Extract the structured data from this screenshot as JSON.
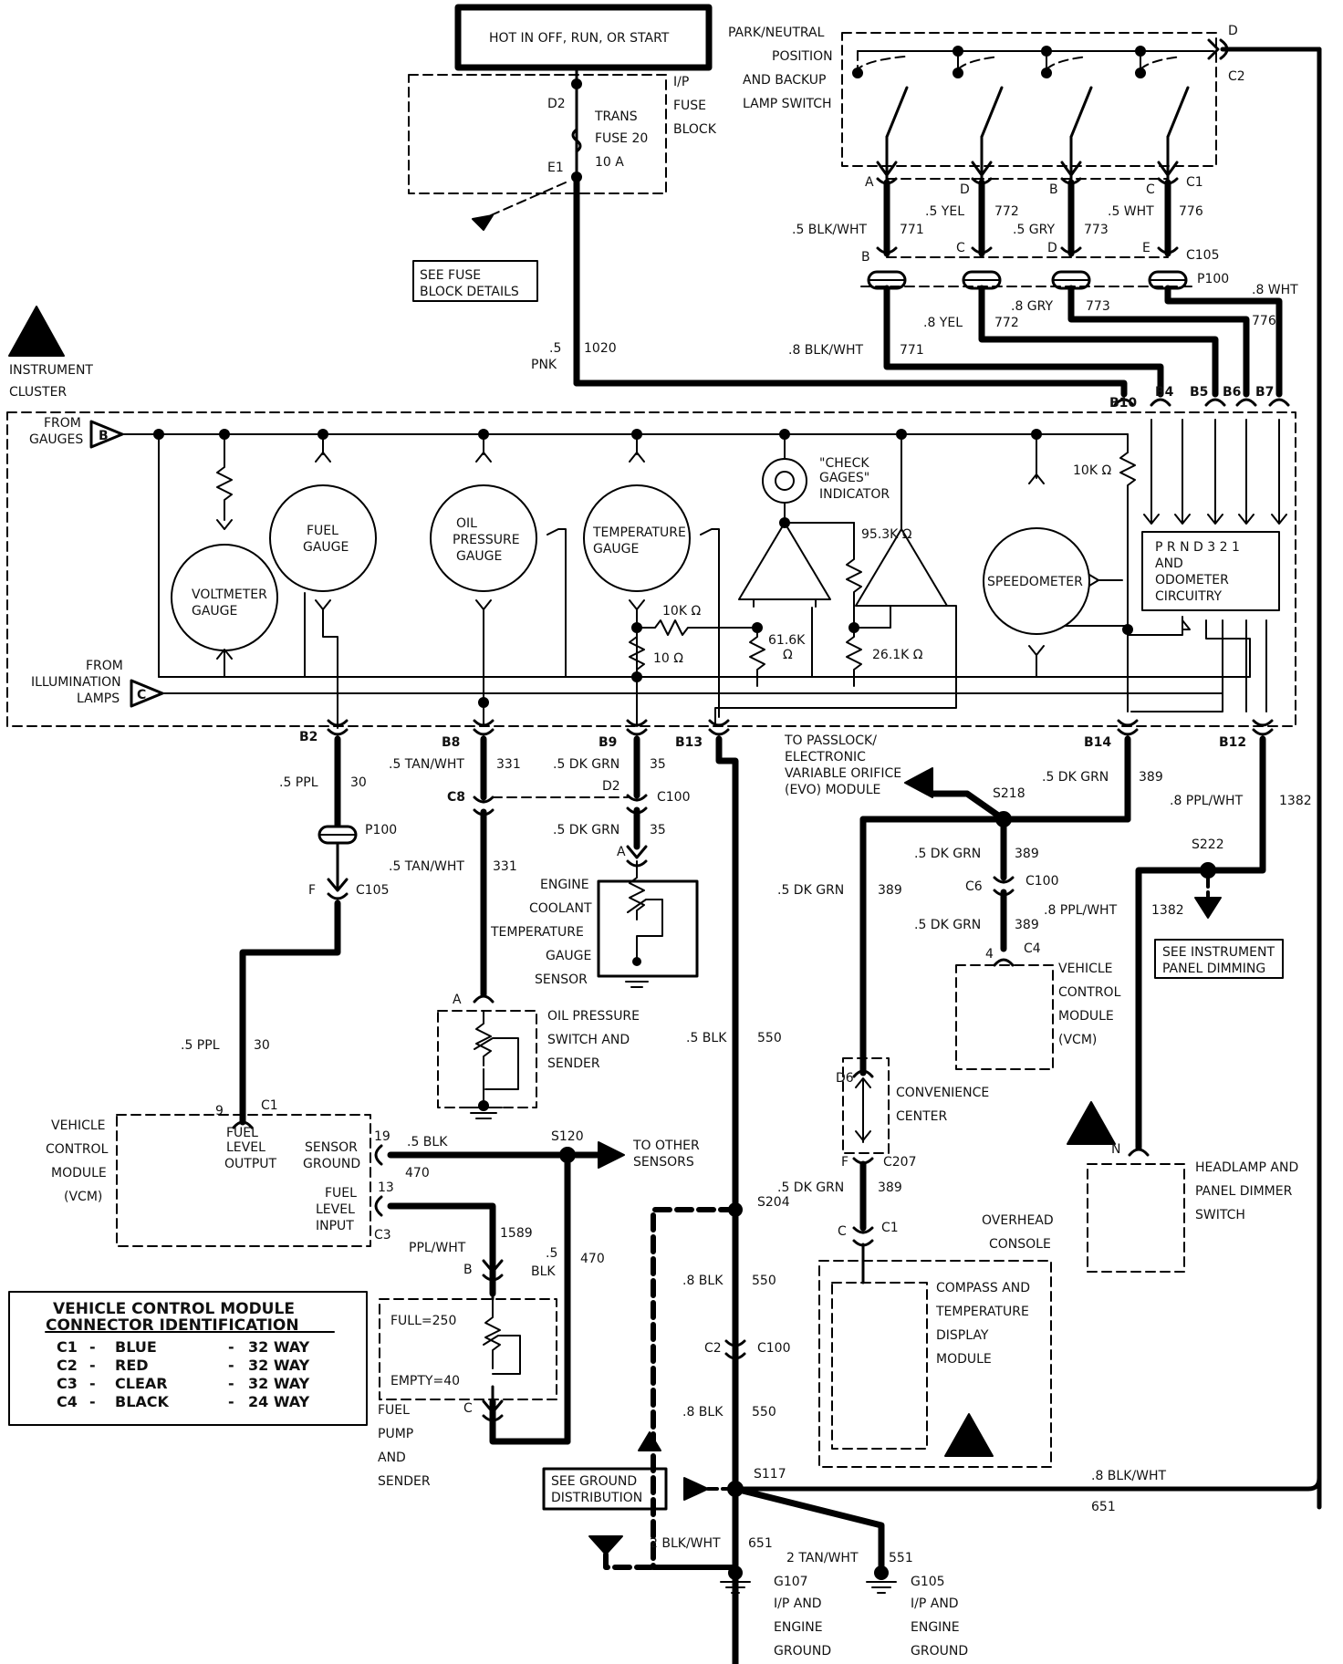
{
  "diagram": {
    "hot_box": "HOT IN OFF, RUN, OR START",
    "fuse_block": {
      "label_1": "I/P",
      "label_2": "FUSE",
      "label_3": "BLOCK",
      "pin_top": "D2",
      "pin_bottom": "E1",
      "fuse_name_1": "TRANS",
      "fuse_name_2": "FUSE 20",
      "fuse_rating": "10 A",
      "see_details_1": "SEE FUSE",
      "see_details_2": "BLOCK DETAILS"
    },
    "park_switch": {
      "label_1": "PARK/NEUTRAL",
      "label_2": "POSITION",
      "label_3": "AND BACKUP",
      "label_4": "LAMP SWITCH",
      "pin_d": "D",
      "conn_c2": "C2",
      "pin_a": "A",
      "pin_d2": "D",
      "pin_b": "B",
      "pin_c": "C",
      "conn_c1": "C1"
    },
    "upper_wires": {
      "w771_color": ".5 BLK/WHT",
      "w771_num": "771",
      "w772_color": ".5 YEL",
      "w772_num": "772",
      "w773_color": ".5 GRY",
      "w773_num": "773",
      "w776_color": ".5 WHT",
      "w776_num": "776",
      "c105_b": "B",
      "c105_c": "C",
      "c105_d": "D",
      "c105_e": "E",
      "c105": "C105",
      "p100": "P100",
      "w776b_color": ".8 WHT",
      "w776b_num": "776",
      "w773b_color": ".8 GRY",
      "w773b_num": "773",
      "w772b_color": ".8 YEL",
      "w772b_num": "772",
      "w771b_color": ".8 BLK/WHT",
      "w771b_num": "771",
      "w1020_color_1": ".5",
      "w1020_color_2": "PNK",
      "w1020_num": "1020"
    },
    "cluster": {
      "title_1": "INSTRUMENT",
      "title_2": "CLUSTER",
      "from_gauges_1": "FROM",
      "from_gauges_2": "GAUGES",
      "gauges_letter": "B",
      "from_illum_1": "FROM",
      "from_illum_2": "ILLUMINATION",
      "from_illum_3": "LAMPS",
      "illum_letter": "C",
      "voltmeter_1": "VOLTMETER",
      "voltmeter_2": "GAUGE",
      "fuel_1": "FUEL",
      "fuel_2": "GAUGE",
      "oil_1": "OIL",
      "oil_2": "PRESSURE",
      "oil_3": "GAUGE",
      "temp_1": "TEMPERATURE",
      "temp_2": "GAUGE",
      "check_1": "\"CHECK",
      "check_2": "GAGES\"",
      "check_3": "INDICATOR",
      "speedometer": "SPEEDOMETER",
      "r_10k_top": "10K Ω",
      "r_953k": "95.3K Ω",
      "r_10k": "10K Ω",
      "r_10": "10 Ω",
      "r_616k_1": "61.6K",
      "r_616k_2": "Ω",
      "r_261k": "26.1K Ω",
      "prnd_1": "P R N D 3 2 1",
      "prnd_2": "AND",
      "prnd_3": "ODOMETER",
      "prnd_4": "CIRCUITRY",
      "pin_b10": "B10",
      "pin_b4": "B4",
      "pin_b5": "B5",
      "pin_b6": "B6",
      "pin_b7": "B7",
      "pin_b2": "B2",
      "pin_b8": "B8",
      "pin_b9": "B9",
      "pin_b13": "B13",
      "pin_b14": "B14",
      "pin_b12": "B12"
    },
    "lower": {
      "w30_color": ".5 PPL",
      "w30_num": "30",
      "p100": "P100",
      "c105_f": "F",
      "c105": "C105",
      "w30b_color": ".5 PPL",
      "w30b_num": "30",
      "w331_color": ".5 TAN/WHT",
      "w331_num": "331",
      "c8": "C8",
      "w331b_color": ".5 TAN/WHT",
      "w331b_num": "331",
      "w35_color": ".5 DK GRN",
      "w35_num": "35",
      "c100_d2": "D2",
      "c100": "C100",
      "w35b_color": ".5 DK GRN",
      "w35b_num": "35",
      "sensor_pin_a": "A",
      "ect_1": "ENGINE",
      "ect_2": "COOLANT",
      "ect_3": "TEMPERATURE",
      "ect_4": "GAUGE",
      "ect_5": "SENSOR",
      "oil_pin_a": "A",
      "oil_sw_1": "OIL PRESSURE",
      "oil_sw_2": "SWITCH AND",
      "oil_sw_3": "SENDER",
      "w550_color": ".5 BLK",
      "w550_num": "550",
      "evo_1": "TO PASSLOCK/",
      "evo_2": "ELECTRONIC",
      "evo_3": "VARIABLE ORIFICE",
      "evo_4": "(EVO) MODULE",
      "s218": "S218",
      "w389_color": ".5 DK GRN",
      "w389_num": "389",
      "w389b_color": ".5 DK GRN",
      "w389b_num": "389",
      "c6": "C6",
      "c100b": "C100",
      "w389c_color": ".5 DK GRN",
      "w389c_num": "389",
      "vcm_c4": "C4",
      "vcm_pin4": "4",
      "vcm2_1": "VEHICLE",
      "vcm2_2": "CONTROL",
      "vcm2_3": "MODULE",
      "vcm2_4": "(VCM)",
      "w389d_color": ".5 DK GRN",
      "w389d_num": "389",
      "w1382_color": ".8 PPL/WHT",
      "w1382_num": "1382",
      "s222": "S222",
      "w1382b_color": ".8 PPL/WHT",
      "w1382b_num": "1382",
      "see_dim_1": "SEE INSTRUMENT",
      "see_dim_2": "PANEL DIMMING",
      "conv_d6": "D6",
      "conv_1": "CONVENIENCE",
      "conv_2": "CENTER",
      "conv_f": "F",
      "c207": "C207",
      "w389e_color": ".5 DK GRN",
      "w389e_num": "389",
      "c1_c": "C",
      "c1": "C1",
      "overhead_1": "OVERHEAD",
      "overhead_2": "CONSOLE",
      "compass_1": "COMPASS AND",
      "compass_2": "TEMPERATURE",
      "compass_3": "DISPLAY",
      "compass_4": "MODULE",
      "hd_pin_n": "N",
      "hd_1": "HEADLAMP AND",
      "hd_2": "PANEL DIMMER",
      "hd_3": "SWITCH",
      "vcm_pin9": "9",
      "vcm_c1": "C1",
      "vcm_1": "VEHICLE",
      "vcm_2": "CONTROL",
      "vcm_3": "MODULE",
      "vcm_4": "(VCM)",
      "fuel_out_1": "FUEL",
      "fuel_out_2": "LEVEL",
      "fuel_out_3": "OUTPUT",
      "sensor_gnd_1": "SENSOR",
      "sensor_gnd_2": "GROUND",
      "fuel_in_1": "FUEL",
      "fuel_in_2": "LEVEL",
      "fuel_in_3": "INPUT",
      "vcm_c3": "C3",
      "pin19": "19",
      "pin13": "13",
      "w470_color": ".5 BLK",
      "w470_num": "470",
      "s120": "S120",
      "to_sensors_1": "TO OTHER",
      "to_sensors_2": "SENSORS",
      "w1589_num": "1589",
      "w1589_color": "PPL/WHT",
      "pump_pin_b": "B",
      "w470b_color_1": ".5",
      "w470b_color_2": "BLK",
      "w470b_num": "470",
      "full": "FULL=250",
      "empty": "EMPTY=40",
      "pump_pin_c": "C",
      "pump_1": "FUEL",
      "pump_2": "PUMP",
      "pump_3": "AND",
      "pump_4": "SENDER",
      "s204": "S204",
      "w550b_color": ".8 BLK",
      "w550b_num": "550",
      "c2": "C2",
      "c100c": "C100",
      "w550c_color": ".8 BLK",
      "w550c_num": "550",
      "see_gnd_1": "SEE GROUND",
      "see_gnd_2": "DISTRIBUTION",
      "s117": "S117",
      "w651_color": ".8 BLK/WHT",
      "w651_num": "651",
      "w651b_color": "2 BLK/WHT",
      "w651b_num": "651",
      "w551_color": "2 TAN/WHT",
      "w551_num": "551",
      "g107": "G107",
      "g107_1": "I/P AND",
      "g107_2": "ENGINE",
      "g107_3": "GROUND",
      "g105": "G105",
      "g105_1": "I/P AND",
      "g105_2": "ENGINE",
      "g105_3": "GROUND"
    },
    "legend": {
      "title_1": "VEHICLE CONTROL MODULE",
      "title_2": "CONNECTOR IDENTIFICATION",
      "rows": [
        {
          "id": "C1",
          "color": "BLUE",
          "ways": "32 WAY"
        },
        {
          "id": "C2",
          "color": "RED",
          "ways": "32 WAY"
        },
        {
          "id": "C3",
          "color": "CLEAR",
          "ways": "32 WAY"
        },
        {
          "id": "C4",
          "color": "BLACK",
          "ways": "24 WAY"
        }
      ]
    }
  }
}
